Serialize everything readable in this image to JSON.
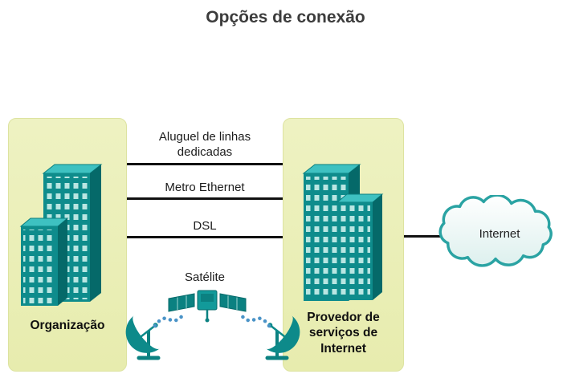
{
  "title": "Opções de conexão",
  "organization": {
    "label": "Organização"
  },
  "provider": {
    "label": "Provedor de serviços de Internet"
  },
  "links": {
    "leased": "Aluguel de linhas dedicadas",
    "metro": "Metro Ethernet",
    "dsl": "DSL",
    "satellite": "Satélite"
  },
  "cloud": {
    "label": "Internet"
  },
  "icons": [
    "organization-buildings-icon",
    "provider-buildings-icon",
    "satellite-icon",
    "satellite-dish-left-icon",
    "satellite-dish-right-icon",
    "internet-cloud-icon"
  ],
  "colors": {
    "box_bg": "#e9edb3",
    "building_front": "#0e8c8c",
    "building_side": "#056969",
    "building_top": "#3ec1c1",
    "window": "#b9e6e2",
    "connection_line": "#111111",
    "signal_dots": "#4a93c7",
    "cloud_stroke": "#2aa3a3",
    "title_text": "#3c3c3c"
  }
}
